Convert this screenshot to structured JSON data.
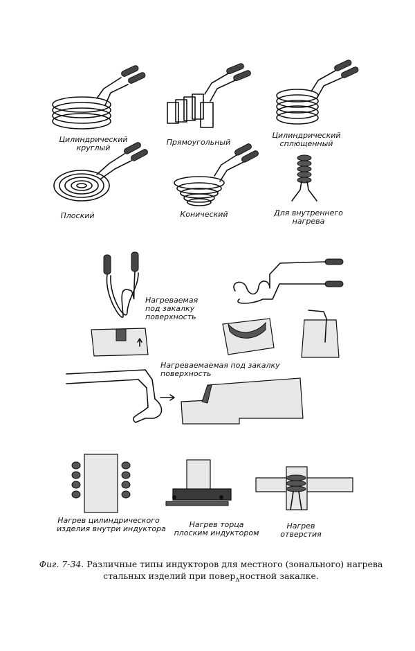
{
  "labels": {
    "cyl_round": [
      "Цилиндрический",
      "круглый"
    ],
    "rectangular": [
      "Прямоугольный"
    ],
    "cyl_flat": [
      "Цилиндрический",
      "сплющенный"
    ],
    "flat": [
      "Плоский"
    ],
    "conical": [
      "Конический"
    ],
    "internal": [
      "Для внутреннего",
      "нагрева"
    ],
    "heated_surface_1": [
      "Нагреваемая",
      "под закалку",
      "поверхность"
    ],
    "heated_surface_2": [
      "Нагреваемаемая под закалку",
      "поверхность"
    ],
    "heat_cyl": [
      "Нагрев цилиндрического",
      "изделия внутри индуктора"
    ],
    "heat_end": [
      "Нагрев торца",
      "плоским индуктором"
    ],
    "heat_hole": [
      "Нагрев",
      "отверстия"
    ]
  },
  "caption": {
    "fig": "Фиг. 7-34.",
    "text": " Различные типы индукторов для местного (зонального) нагрева стальных изделий при повер",
    "mark": "ʌ",
    "tail": "ностной закалке."
  }
}
